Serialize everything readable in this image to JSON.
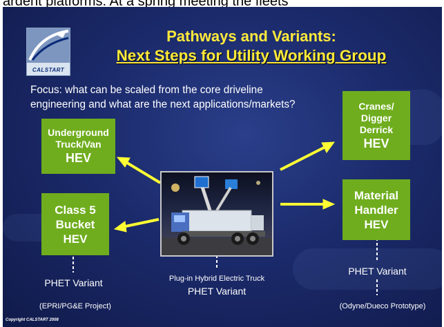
{
  "top_strip_text": "ardent platforms. At a spring meeting the fleets",
  "logo_text": "CALSTART",
  "title": {
    "line1": "Pathways and Variants:",
    "line2": "Next Steps for Utility Working Group"
  },
  "focus": {
    "line1": "Focus: what can be scaled from the core driveline",
    "line2": "engineering and what are the next applications/markets?"
  },
  "boxes": {
    "underground": {
      "line1": "Underground",
      "line2": "Truck/Van",
      "line3": "HEV"
    },
    "class5": {
      "line1": "Class 5",
      "line2": "Bucket",
      "line3": "HEV"
    },
    "cranes": {
      "line1": "Cranes/",
      "line2": "Digger",
      "line3": "Derrick",
      "line4": "HEV"
    },
    "material": {
      "line1": "Material",
      "line2": "Handler",
      "line3": "HEV"
    }
  },
  "captions": {
    "left_variant": "PHET Variant",
    "left_project": "(EPRI/PG&E Project)",
    "center_line1": "Plug-in Hybrid Electric Truck",
    "center_line2": "PHET Variant",
    "right_variant": "PHET Variant",
    "right_project": "(Odyne/Dueco Prototype)"
  },
  "copyright": "Copyright CALSTART 2008",
  "colors": {
    "box_green": "#6fad1e",
    "title_yellow": "#ffea3a",
    "arrow_yellow": "#ffff33",
    "background": "#1b2a6b"
  },
  "icons": [
    "calstart-logo",
    "bucket-truck-photo"
  ]
}
